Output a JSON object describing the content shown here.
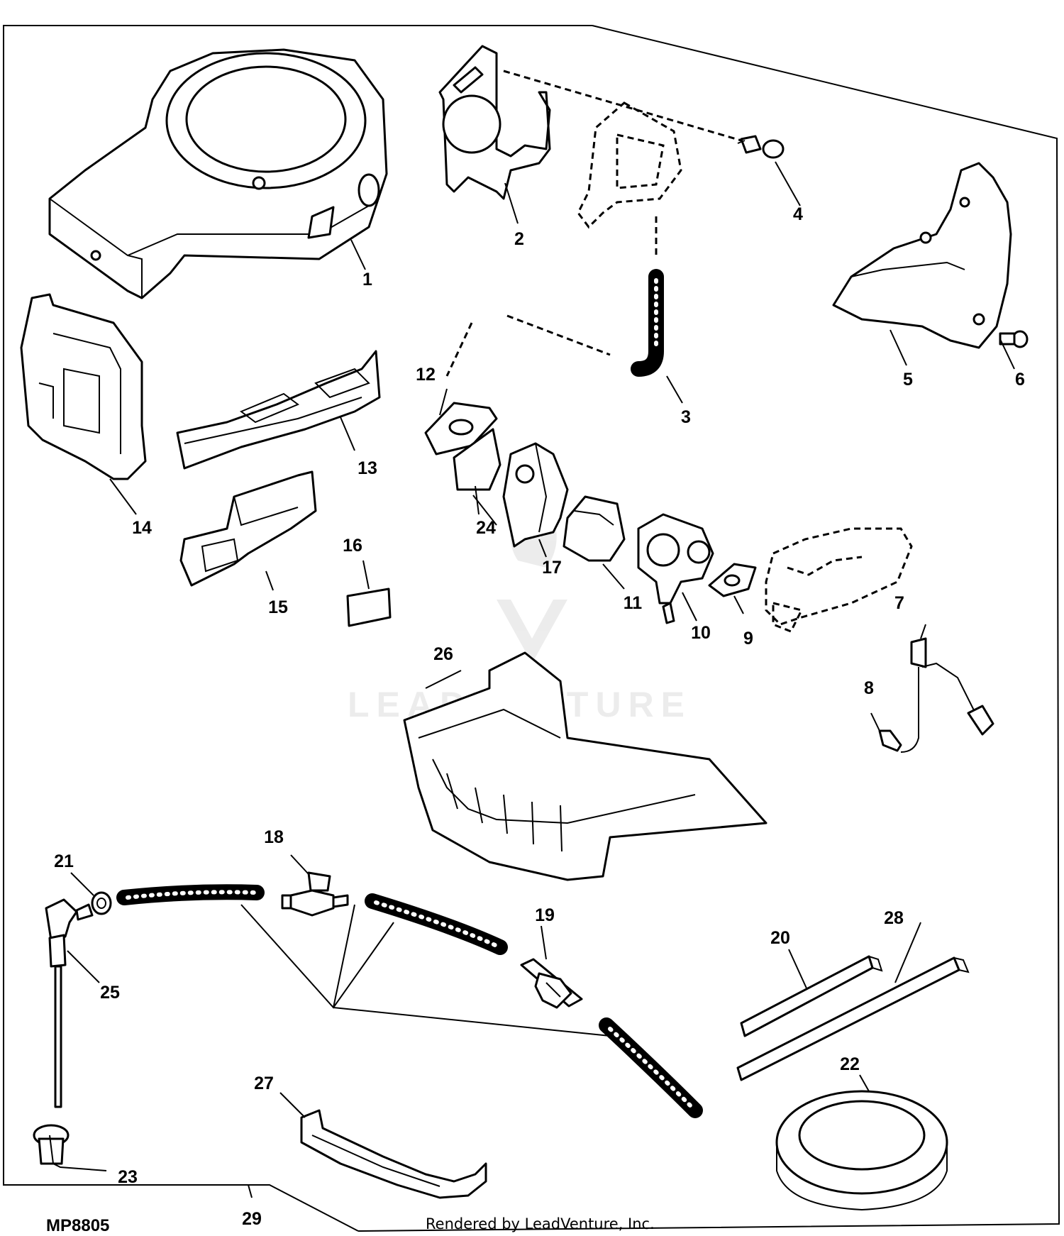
{
  "figure": {
    "reference_code": "MP8805",
    "credit": "Rendered by LeadVenture, Inc.",
    "watermark": "LEADVENTURE"
  },
  "callouts": [
    "1",
    "2",
    "3",
    "4",
    "5",
    "6",
    "7",
    "8",
    "9",
    "10",
    "11",
    "12",
    "13",
    "14",
    "15",
    "16",
    "17",
    "18",
    "19",
    "20",
    "21",
    "22",
    "23",
    "24",
    "25",
    "26",
    "27",
    "28",
    "29"
  ],
  "colors": {
    "line": "#000000",
    "background": "#ffffff"
  }
}
